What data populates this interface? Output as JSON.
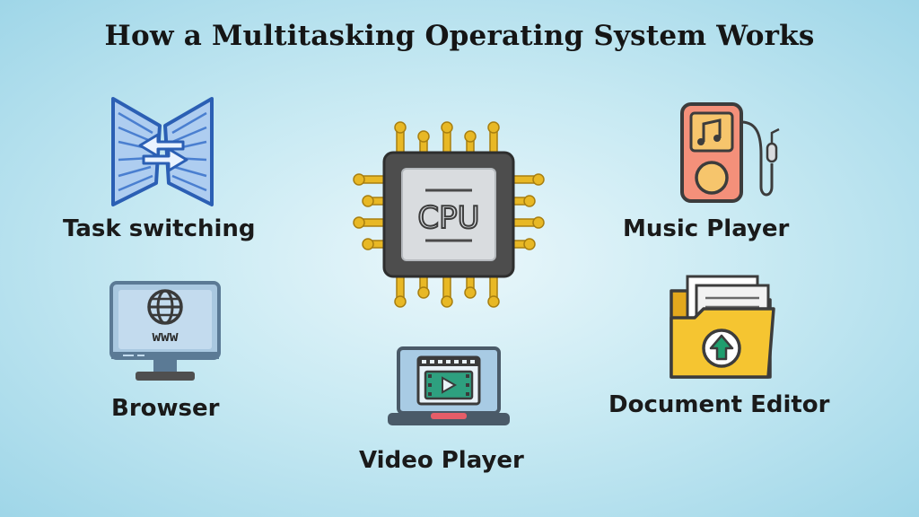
{
  "title": "How a Multitasking Operating System Works",
  "center": {
    "label": "CPU",
    "icon": "cpu-chip-icon"
  },
  "nodes": [
    {
      "id": "task-switching",
      "label": "Task switching",
      "icon": "task-switch-arrows-icon"
    },
    {
      "id": "browser",
      "label": "Browser",
      "icon": "www-monitor-icon",
      "screen_text": "www"
    },
    {
      "id": "video-player",
      "label": "Video Player",
      "icon": "video-laptop-icon"
    },
    {
      "id": "music-player",
      "label": "Music Player",
      "icon": "music-player-device-icon"
    },
    {
      "id": "document-editor",
      "label": "Document Editor",
      "icon": "document-folder-upload-icon"
    }
  ],
  "colors": {
    "pin": "#e8b825",
    "chip_body": "#4d4d4d",
    "chip_die": "#d9dcdf",
    "monitor": "#6f8ea8",
    "folder": "#f5c531",
    "music_body": "#f4907a",
    "upload_arrow": "#1f9e6e",
    "text": "#1a1a1a"
  }
}
